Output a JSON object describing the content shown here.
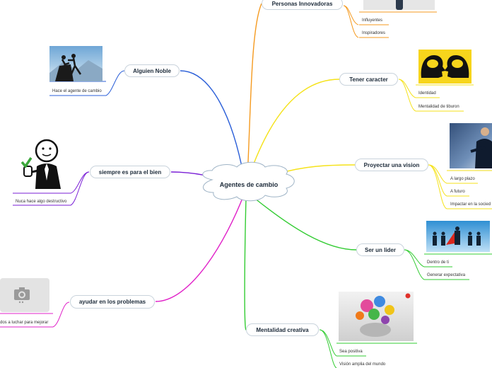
{
  "center": {
    "label": "Agentes de cambio"
  },
  "colors": {
    "blue": "#2b5fd8",
    "purple": "#7a1fd6",
    "magenta": "#e020c8",
    "orange": "#f59a1f",
    "yellow": "#f5e21a",
    "green": "#33cc33"
  },
  "branches": {
    "personas": {
      "label": "Personas Innovadoras",
      "leaves": [
        "Influyentes",
        "Inspiradores"
      ]
    },
    "alguien": {
      "label": "Alguien Noble",
      "leaves": [
        "Hace el agente de cambio"
      ]
    },
    "siempre": {
      "label": "siempre es para el bien",
      "leaves": [
        "Nuca hace algo destructivo"
      ]
    },
    "ayudar": {
      "label": "ayudar en los problemas",
      "leaves": [
        "dos a luchar para mejorar"
      ]
    },
    "caracter": {
      "label": "Tener caracter",
      "leaves": [
        "Identidad",
        "Mentalidad de tiburon"
      ]
    },
    "vision": {
      "label": "Proyectar una vision",
      "leaves": [
        "A largo plazo",
        "A futuro",
        "Impactar en la socied"
      ]
    },
    "lider": {
      "label": "Ser un lider",
      "leaves": [
        "Dentro de ti",
        "Generar expectativa"
      ]
    },
    "mentalidad": {
      "label": "Mentalidad creativa",
      "leaves": [
        "Sea positiva",
        "Visión amplia del mundo"
      ]
    }
  },
  "icons": [
    "mountain-photo",
    "stick-figure-check",
    "camera-placeholder-icon",
    "brain-heads-photo",
    "businessman-photo",
    "leader-photo",
    "creative-photo",
    "device-photo"
  ]
}
